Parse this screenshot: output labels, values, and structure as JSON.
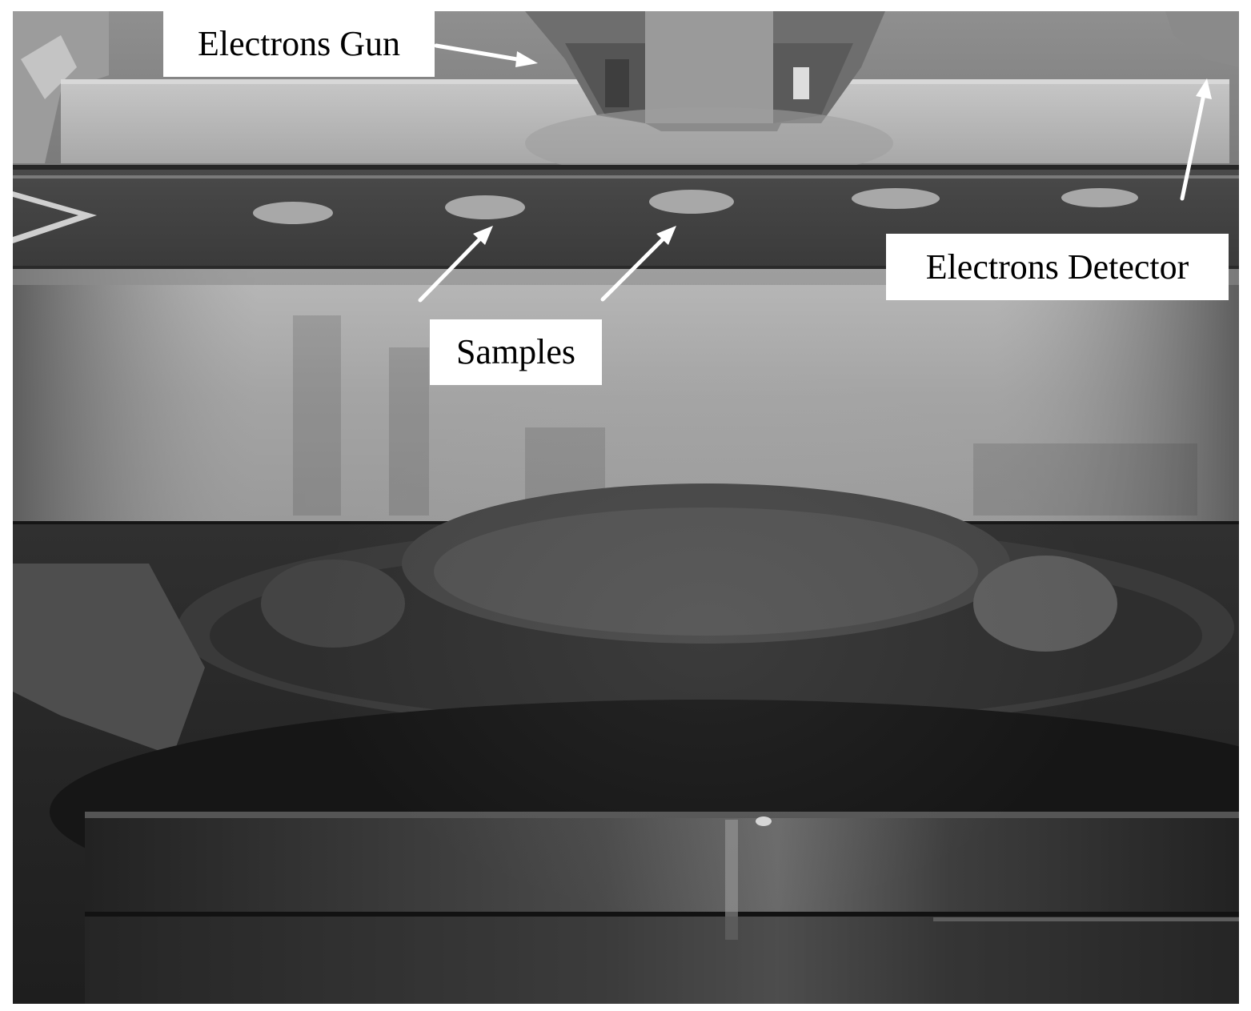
{
  "labels": {
    "electron_gun": "Electrons Gun",
    "electron_detector": "Electrons Detector",
    "samples": "Samples"
  },
  "colors": {
    "label_background": "#ffffff",
    "label_text": "#000000",
    "arrow": "#ffffff"
  }
}
